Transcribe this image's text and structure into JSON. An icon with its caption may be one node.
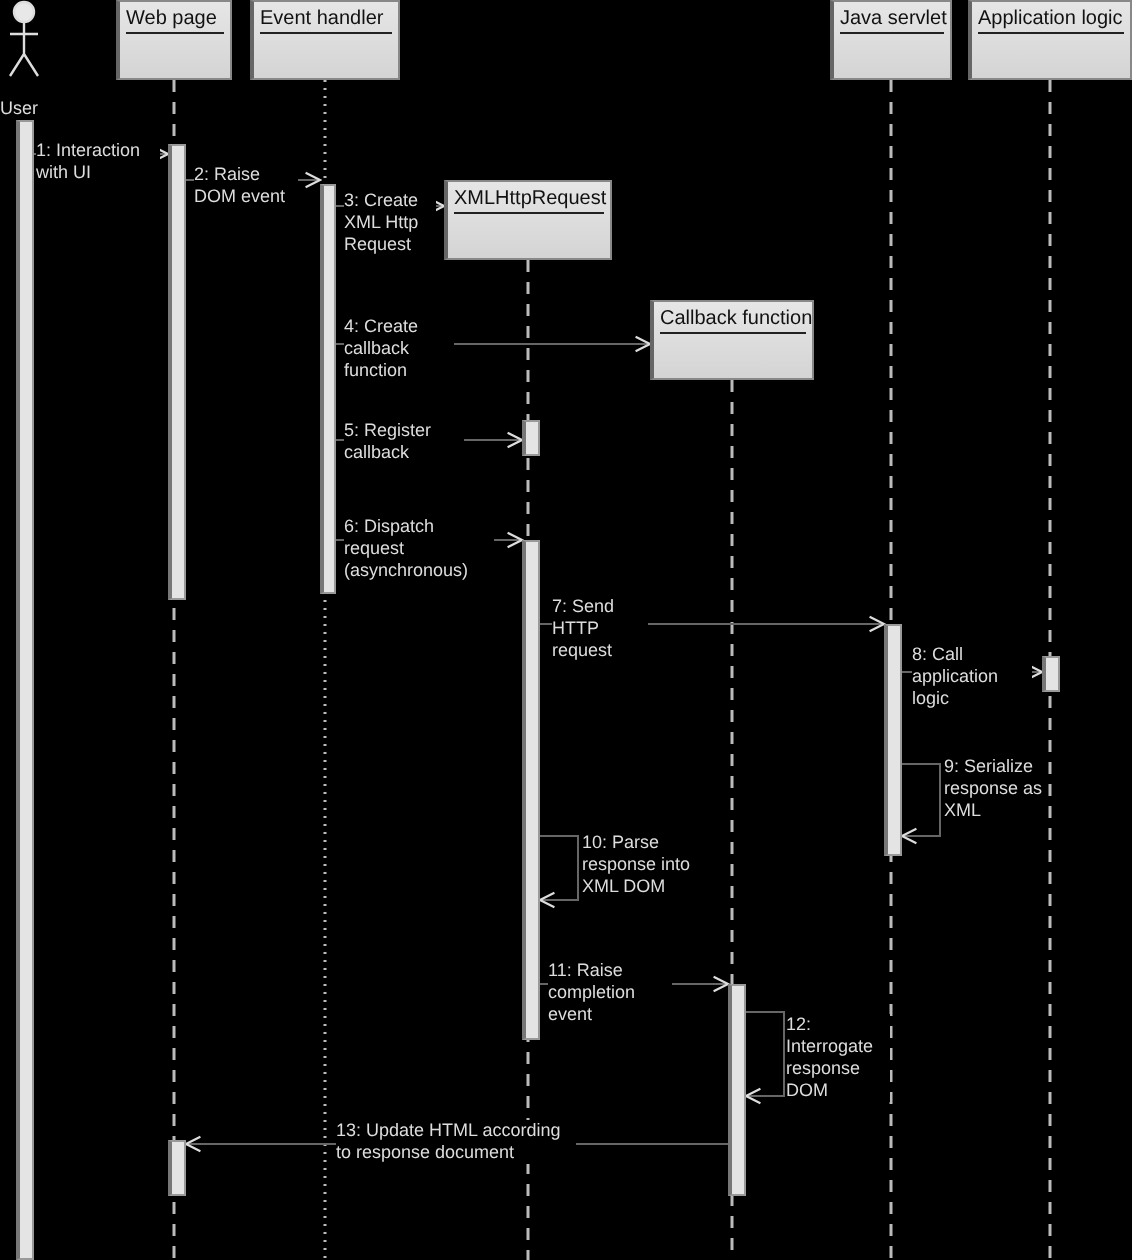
{
  "diagram": {
    "nodes": [
      {
        "text": [
          "User"
        ]
      },
      {
        "text": [
          "Web page"
        ]
      },
      {
        "text": [
          "Event handler"
        ]
      },
      {
        "text": [
          "XMLHttpRequest"
        ]
      },
      {
        "text": [
          "Callback function"
        ]
      },
      {
        "text": [
          "Java servlet"
        ]
      },
      {
        "text": [
          "Application logic"
        ]
      },
      {
        "text": [],
        "shape": "bar"
      },
      {
        "text": [],
        "shape": "bar"
      },
      {
        "text": [],
        "shape": "bar"
      },
      {
        "text": [],
        "shape": "bar"
      },
      {
        "text": [],
        "shape": "bar"
      },
      {
        "text": [],
        "shape": "bar"
      },
      {
        "text": [],
        "shape": "bar"
      },
      {
        "text": [],
        "shape": "bar"
      },
      {
        "text": [],
        "shape": "bar"
      }
    ],
    "edges": [
      {
        "from": 7,
        "to": 8,
        "arrow": "to",
        "label": "1: Interaction with UI"
      },
      {
        "from": 8,
        "to": 10,
        "arrow": "to",
        "label": "2: Raise DOM event"
      },
      {
        "from": 10,
        "to": 3,
        "arrow": "to",
        "label": "3: Create XML Http Request"
      },
      {
        "from": 10,
        "to": 4,
        "arrow": "to",
        "label": "4: Create callback function"
      },
      {
        "from": 10,
        "to": 11,
        "arrow": "to",
        "label": "5: Register callback"
      },
      {
        "from": 10,
        "to": 12,
        "arrow": "to",
        "label": "6: Dispatch request (asynchronous)"
      },
      {
        "from": 12,
        "to": 14,
        "arrow": "to",
        "label": "7: Send HTTP request"
      },
      {
        "from": 14,
        "to": 15,
        "arrow": "to",
        "label": "8: Call application logic"
      },
      {
        "from": 14,
        "to": 14,
        "arrow": "to",
        "label": "9: Serialize response as XML"
      },
      {
        "from": 12,
        "to": 12,
        "arrow": "to",
        "label": "10: Parse response into XML DOM"
      },
      {
        "from": 12,
        "to": 13,
        "arrow": "to",
        "label": "11: Raise completion event"
      },
      {
        "from": 13,
        "to": 13,
        "arrow": "to",
        "label": "12: Interrogate response DOM"
      },
      {
        "from": 13,
        "to": 9,
        "arrow": "to",
        "label": "13: Update HTML according to response document"
      }
    ]
  }
}
